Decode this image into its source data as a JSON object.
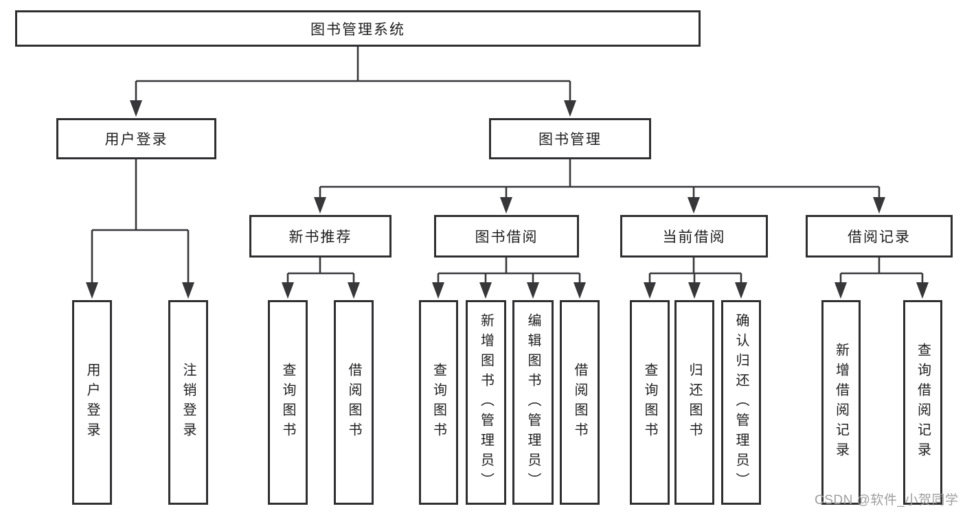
{
  "colors": {
    "background": "#ffffff",
    "line": "#37373a",
    "box_border": "#2f2f32",
    "text": "#1e1e20",
    "watermark": "#9d9d9d"
  },
  "watermark": {
    "text": "CSDN @软件_小贺同学"
  },
  "tree": {
    "label": "图书管理系统",
    "children": [
      {
        "label": "用户登录",
        "children": [
          {
            "label": "用户登录"
          },
          {
            "label": "注销登录"
          }
        ]
      },
      {
        "label": "图书管理",
        "children": [
          {
            "label": "新书推荐",
            "children": [
              {
                "label": "查询图书"
              },
              {
                "label": "借阅图书"
              }
            ]
          },
          {
            "label": "图书借阅",
            "children": [
              {
                "label": "查询图书"
              },
              {
                "label": "新增图书（管理员）"
              },
              {
                "label": "编辑图书（管理员）"
              },
              {
                "label": "借阅图书"
              }
            ]
          },
          {
            "label": "当前借阅",
            "children": [
              {
                "label": "查询图书"
              },
              {
                "label": "归还图书"
              },
              {
                "label": "确认归还（管理员）"
              }
            ]
          },
          {
            "label": "借阅记录",
            "children": [
              {
                "label": "新增借阅记录"
              },
              {
                "label": "查询借阅记录"
              }
            ]
          }
        ]
      }
    ]
  }
}
